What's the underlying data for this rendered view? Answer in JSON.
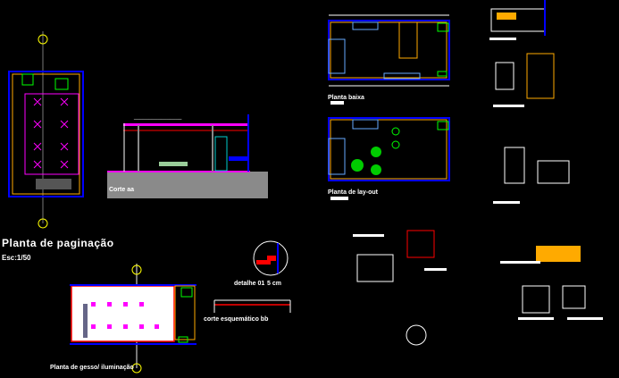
{
  "titles": {
    "planta_paginacao": "Planta de paginação",
    "escala": "Esc:1/50",
    "planta_gesso": "Planta de gesso/ iluminação",
    "detalhe": "detalhe 01",
    "detalhe_cota": "5 cm",
    "corte_bb": "corte esquemático bb",
    "corte_aa": "Corte aa",
    "planta_baixa": "Planta baixa",
    "planta_layout": "Planta de lay-out"
  },
  "colors": {
    "background": "#000000",
    "wall_blue": "#0000ff",
    "wall_orange": "#ffa500",
    "magenta": "#ff00ff",
    "red": "#ff0000",
    "green": "#00ff00",
    "gray": "#808080"
  }
}
